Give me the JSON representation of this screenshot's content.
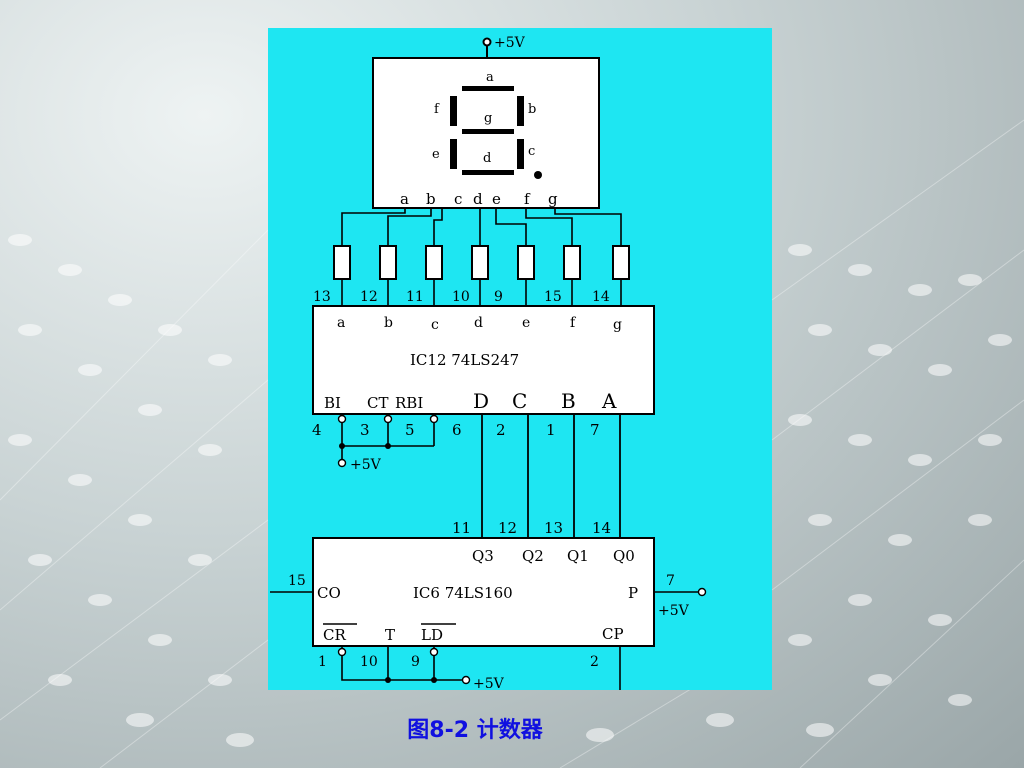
{
  "display": {
    "top_supply": "+5V",
    "segments": [
      "a",
      "b",
      "c",
      "d",
      "e",
      "f",
      "g"
    ],
    "pin_letters": [
      "a",
      "b",
      "c",
      "d",
      "e",
      "f",
      "g"
    ]
  },
  "decoder": {
    "name": "IC12 74LS247",
    "outputs": [
      {
        "pin": "13",
        "label": "a"
      },
      {
        "pin": "12",
        "label": "b"
      },
      {
        "pin": "11",
        "label": "c"
      },
      {
        "pin": "10",
        "label": "d"
      },
      {
        "pin": "9",
        "label": "e"
      },
      {
        "pin": "15",
        "label": "f"
      },
      {
        "pin": "14",
        "label": "g"
      }
    ],
    "control_labels": [
      "BI",
      "CT",
      "RBI"
    ],
    "control_pins": [
      "4",
      "3",
      "5",
      "6"
    ],
    "data_inputs": [
      {
        "label": "D",
        "pin": "2"
      },
      {
        "label": "C",
        "pin": "1"
      },
      {
        "label": "B",
        "pin": "7"
      },
      {
        "label": "A",
        "pin": ""
      }
    ],
    "supply": "+5V"
  },
  "counter": {
    "name": "IC6 74LS160",
    "outputs": [
      {
        "label": "Q3",
        "pin": "11"
      },
      {
        "label": "Q2",
        "pin": "12"
      },
      {
        "label": "Q1",
        "pin": "13"
      },
      {
        "label": "Q0",
        "pin": "14"
      }
    ],
    "co_label": "CO",
    "co_pin": "15",
    "p_label": "P",
    "p_pin": "7",
    "p_supply": "+5V",
    "cr_label": "CR",
    "cr_pin": "1",
    "t_label": "T",
    "t_pin": "10",
    "ld_label": "LD",
    "ld_pin": "9",
    "cp_label": "CP",
    "cp_pin": "2",
    "bottom_supply": "+5V"
  },
  "caption": {
    "number": "图8-2",
    "title": "计数器"
  }
}
